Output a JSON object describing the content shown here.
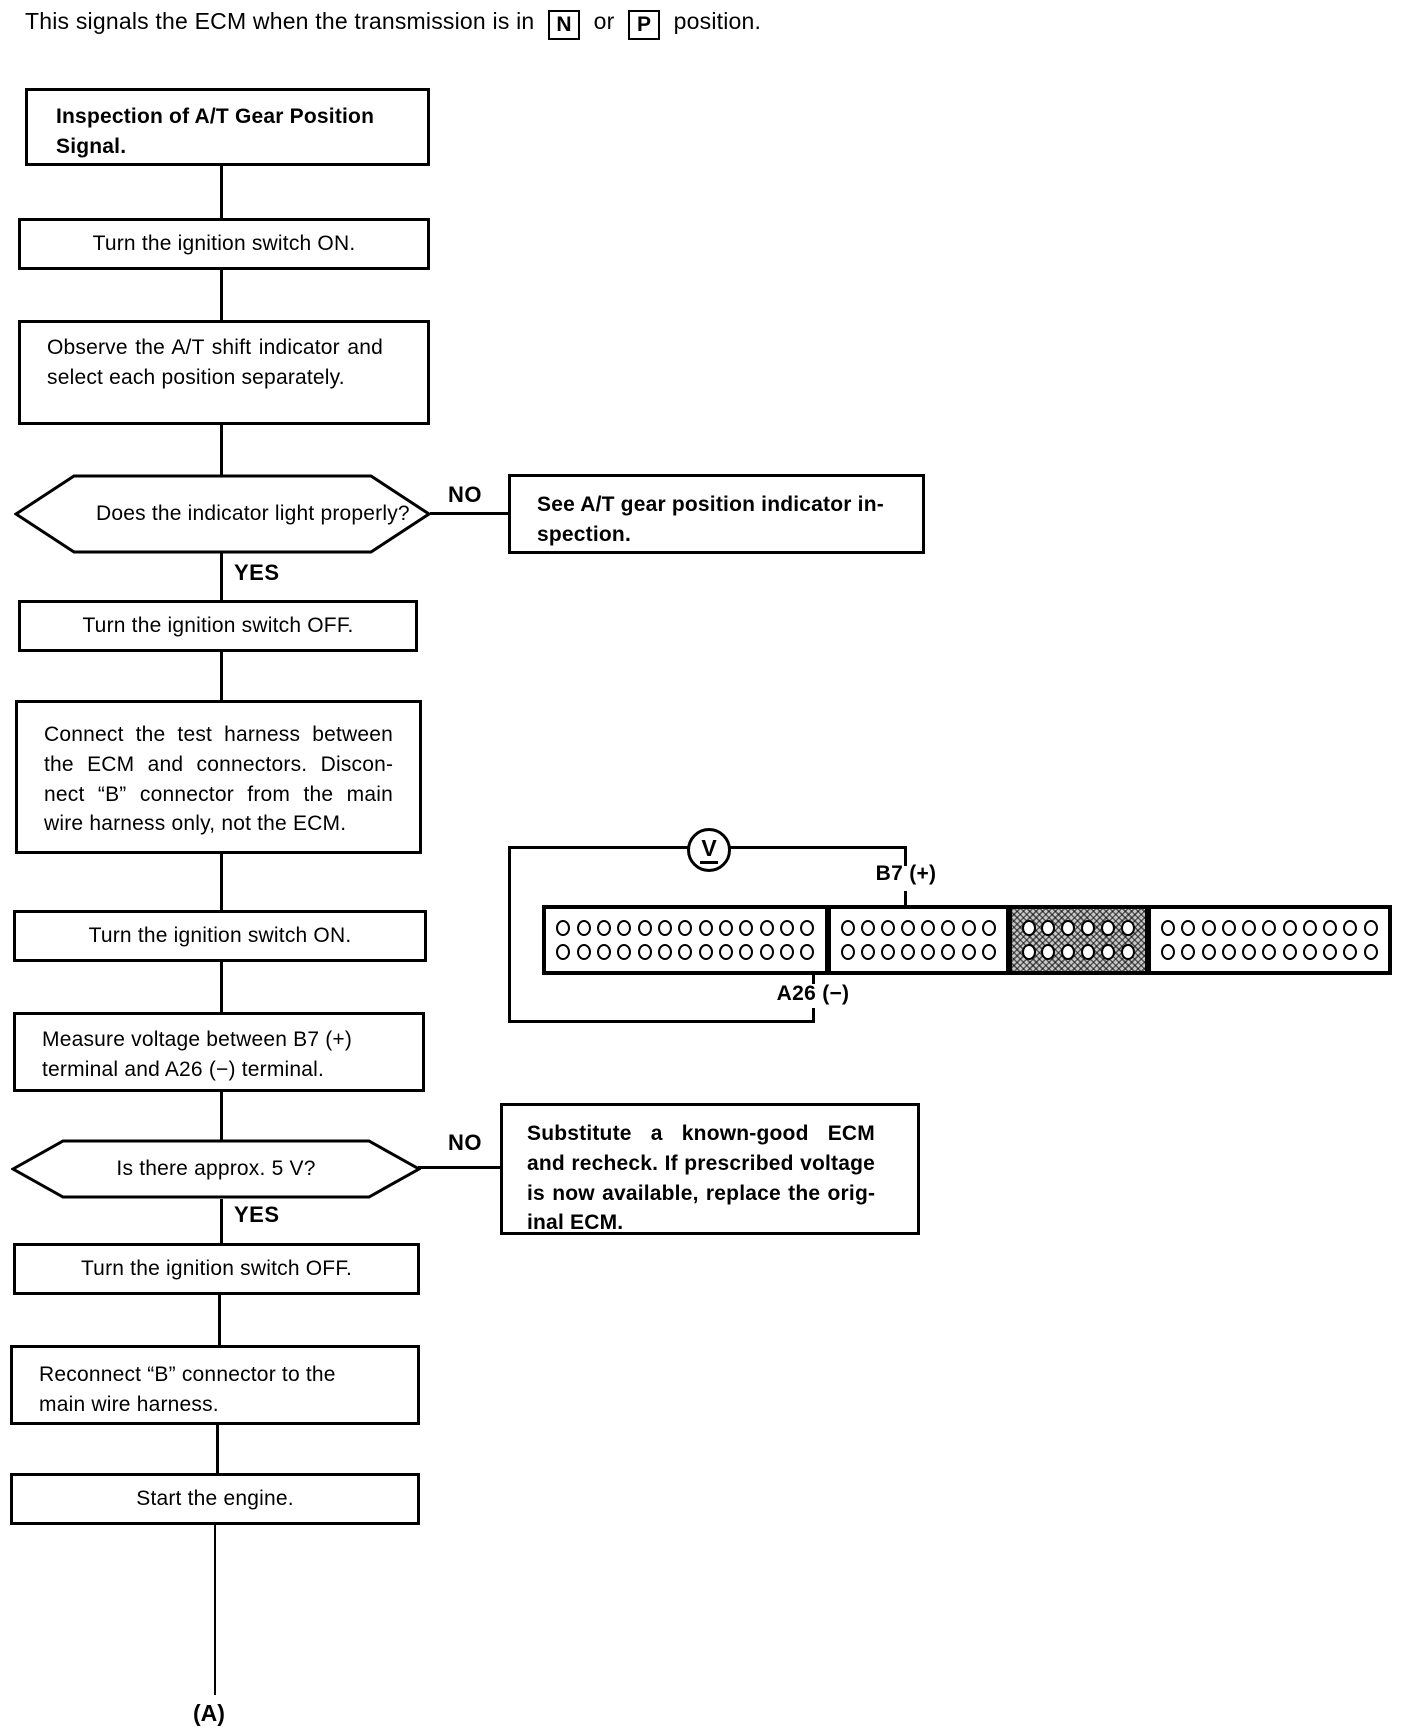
{
  "header": {
    "text_before": "This signals the ECM when the transmission is in",
    "n_label": "N",
    "or_label": "or",
    "p_label": "P",
    "text_after": "position."
  },
  "flow": {
    "title": "Inspection of A/T Gear Position Signal.",
    "step_ignition_on_1": "Turn the ignition switch ON.",
    "step_observe": "Observe the A/T shift indicator and select each position separately.",
    "decision_indicator": "Does the indicator light properly?",
    "no_1": "NO",
    "yes_1": "YES",
    "branch_see_inspection": "See A/T gear position indicator in­spection.",
    "step_ignition_off_1": "Turn the ignition switch OFF.",
    "step_connect_harness": "Connect the test harness between the ECM and connectors. Discon­nect “B” connector from the main wire harness only, not the ECM.",
    "step_ignition_on_2": "Turn the ignition switch ON.",
    "step_measure": "Measure voltage between B7 (+) terminal and A26 (−) terminal.",
    "decision_voltage": "Is there approx. 5 V?",
    "no_2": "NO",
    "yes_2": "YES",
    "branch_substitute": "Substitute a known-good ECM and recheck. If prescribed voltage is now available, replace the orig­inal ECM.",
    "step_ignition_off_2": "Turn the ignition switch OFF.",
    "step_reconnect": "Reconnect “B” connector to the main wire harness.",
    "step_start_engine": "Start the engine.",
    "continuation_label": "(A)"
  },
  "diagram": {
    "meter_label": "V",
    "positive_terminal": "B7 (+)",
    "negative_terminal": "A26 (−)",
    "sections": [
      {
        "name": "connector-a",
        "pins_per_row": 13,
        "rows": 2,
        "shaded": false
      },
      {
        "name": "connector-b",
        "pins_per_row": 8,
        "rows": 2,
        "shaded": false
      },
      {
        "name": "connector-c",
        "pins_per_row": 6,
        "rows": 2,
        "shaded": true
      },
      {
        "name": "connector-d",
        "pins_per_row": 11,
        "rows": 2,
        "shaded": false
      }
    ]
  },
  "colors": {
    "ink": "#000000",
    "paper": "#ffffff",
    "hatch": "#c9c9c9"
  }
}
